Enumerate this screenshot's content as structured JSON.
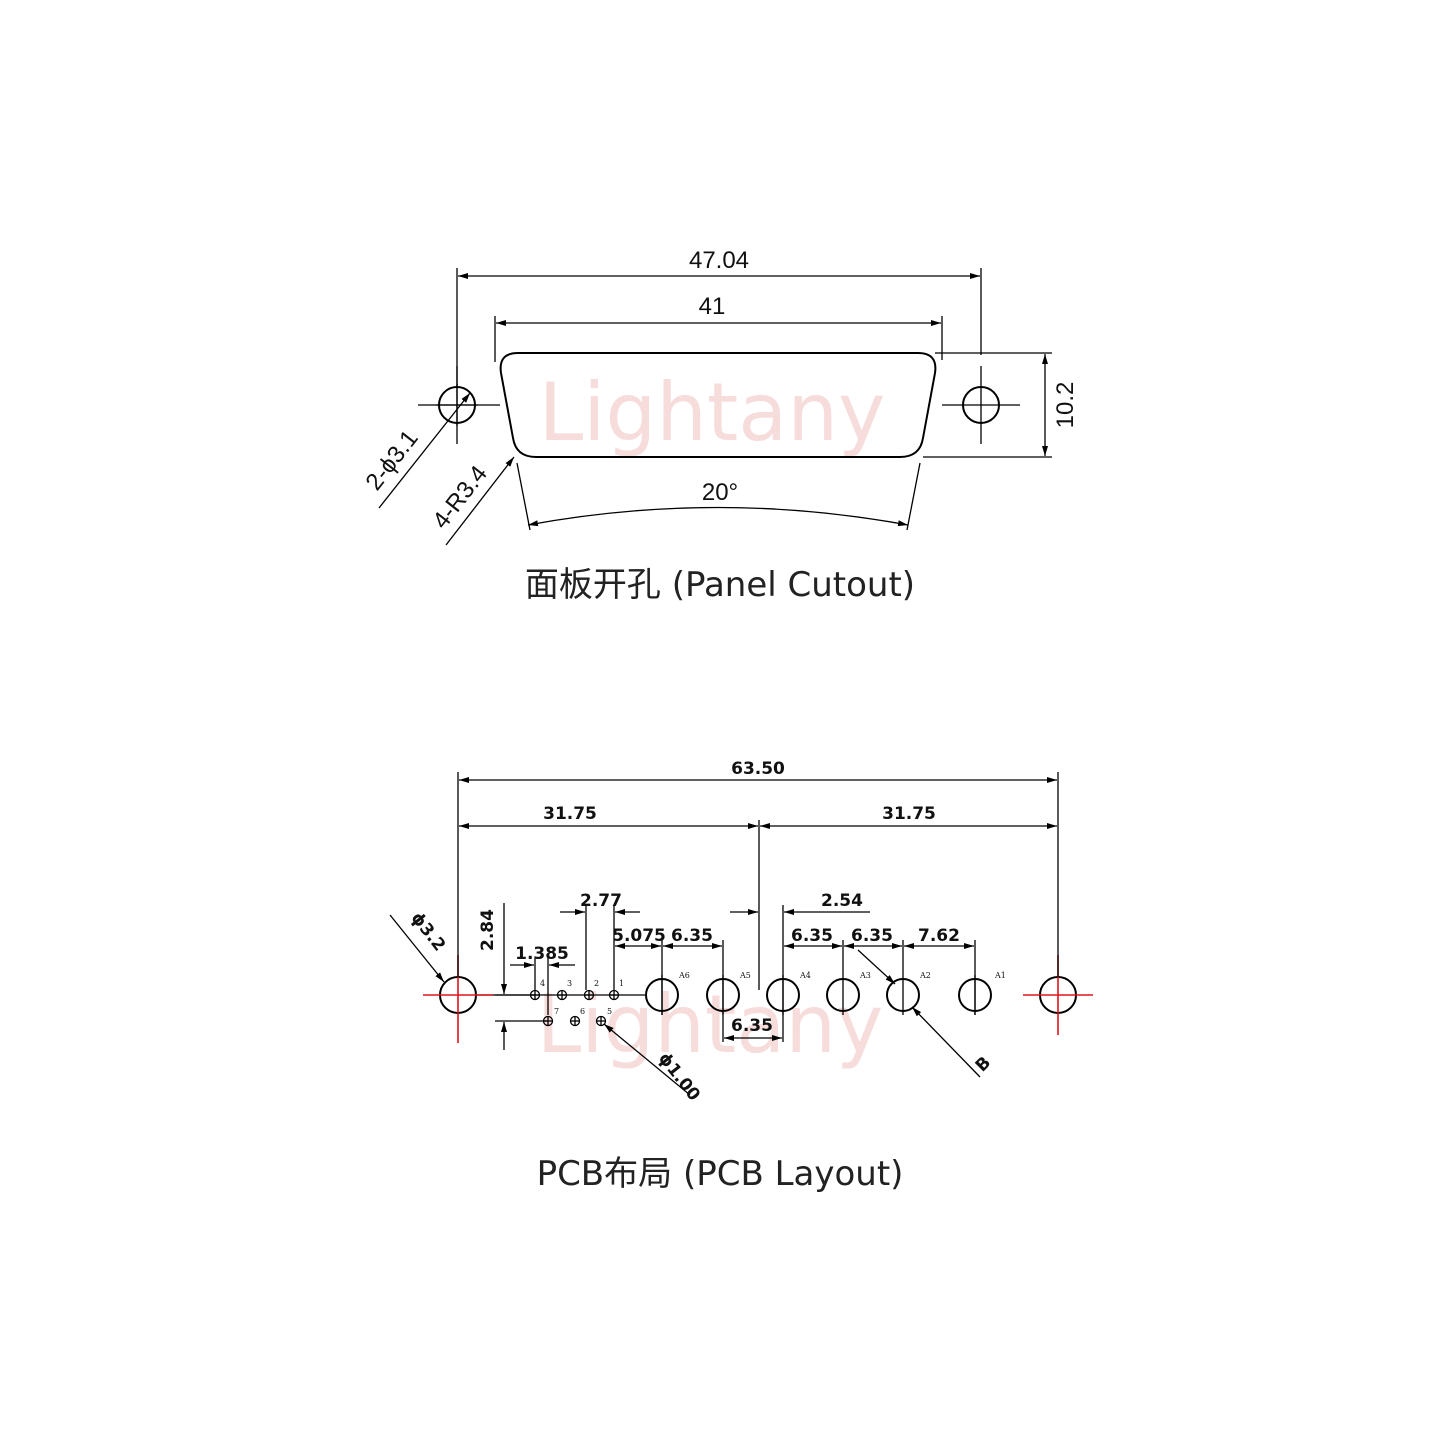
{
  "watermark": "Lightany",
  "panel": {
    "caption": "面板开孔 (Panel Cutout)",
    "dim_overall": "47.04",
    "dim_inner": "41",
    "dim_height": "10.2",
    "dim_hole": "2-ϕ3.1",
    "dim_radius": "4-R3.4",
    "dim_angle": "20°"
  },
  "pcb": {
    "caption": "PCB布局 (PCB Layout)",
    "dim_total": "63.50",
    "dim_half_left": "31.75",
    "dim_half_right": "31.75",
    "dim_mount_hole": "ϕ3.2",
    "dim_row_offset": "2.84",
    "dim_signal_pitch": "1.385",
    "dim_2_77": "2.77",
    "dim_5_075": "5.075",
    "dim_6_35_a": "6.35",
    "dim_2_54": "2.54",
    "dim_6_35_b": "6.35",
    "dim_6_35_c": "6.35",
    "dim_7_62": "7.62",
    "dim_6_35_bottom": "6.35",
    "dim_signal_hole": "ϕ1.00",
    "dim_b": "B",
    "signal_pins_top": [
      "4",
      "3",
      "2",
      "1"
    ],
    "signal_pins_bottom": [
      "7",
      "6",
      "5"
    ],
    "power_pins": [
      "A6",
      "A5",
      "A4",
      "A3",
      "A2",
      "A1"
    ]
  },
  "colors": {
    "line": "#000000",
    "center_mark": "#e0141b",
    "watermark": "#f7dcdc"
  }
}
